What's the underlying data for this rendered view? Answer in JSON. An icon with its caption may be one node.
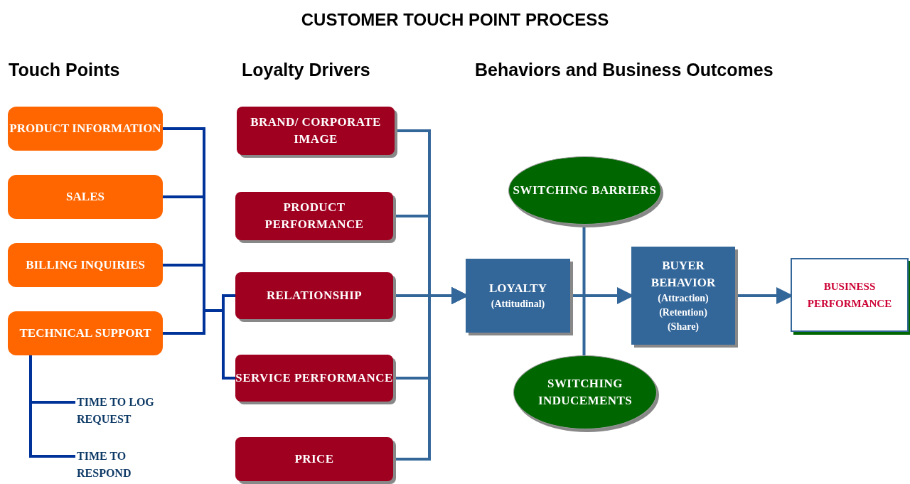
{
  "diagram": {
    "title": "CUSTOMER TOUCH POINT PROCESS",
    "nodes": [
      {
        "text": [
          "PRODUCT INFORMATION"
        ]
      },
      {
        "text": [
          "SALES"
        ]
      },
      {
        "text": [
          "BILLING INQUIRIES"
        ]
      },
      {
        "text": [
          "TECHNICAL SUPPORT"
        ]
      },
      {
        "text": [
          "TIME TO LOG REQUEST"
        ]
      },
      {
        "text": [
          "TIME TO RESPOND"
        ]
      },
      {
        "text": [
          "BRAND/ CORPORATE IMAGE"
        ]
      },
      {
        "text": [
          "PRODUCT PERFORMANCE"
        ]
      },
      {
        "text": [
          "RELATIONSHIP"
        ]
      },
      {
        "text": [
          "SERVICE PERFORMANCE"
        ]
      },
      {
        "text": [
          "PRICE"
        ]
      },
      {
        "text": [
          "LOYALTY",
          "(Attitudinal)"
        ]
      },
      {
        "text": [
          "SWITCHING BARRIERS"
        ]
      },
      {
        "text": [
          "BUYER BEHAVIOR",
          "(Attraction)",
          "(Retention)",
          "(Share)"
        ]
      },
      {
        "text": [
          "SWITCHING INDUCEMENTS"
        ]
      },
      {
        "text": [
          "BUSINESS PERFORMANCE"
        ]
      }
    ],
    "edges": [
      {
        "from": 0,
        "to": 8,
        "arrow": "none"
      },
      {
        "from": 0,
        "to": 9,
        "arrow": "none"
      },
      {
        "from": 1,
        "to": 8,
        "arrow": "none"
      },
      {
        "from": 1,
        "to": 9,
        "arrow": "none"
      },
      {
        "from": 2,
        "to": 8,
        "arrow": "none"
      },
      {
        "from": 2,
        "to": 9,
        "arrow": "none"
      },
      {
        "from": 3,
        "to": 8,
        "arrow": "none"
      },
      {
        "from": 3,
        "to": 9,
        "arrow": "none"
      },
      {
        "from": 3,
        "to": 4,
        "arrow": "none"
      },
      {
        "from": 3,
        "to": 5,
        "arrow": "none"
      },
      {
        "from": 6,
        "to": 11,
        "arrow": "to",
        "color": "#336699"
      },
      {
        "from": 7,
        "to": 11,
        "arrow": "to",
        "color": "#336699"
      },
      {
        "from": 8,
        "to": 11,
        "arrow": "to",
        "color": "#336699"
      },
      {
        "from": 9,
        "to": 11,
        "arrow": "to",
        "color": "#336699"
      },
      {
        "from": 10,
        "to": 11,
        "arrow": "to",
        "color": "#336699"
      },
      {
        "from": 11,
        "to": 13,
        "arrow": "to",
        "color": "#336699"
      },
      {
        "from": 13,
        "to": 15,
        "arrow": "to",
        "color": "#336699"
      },
      {
        "from": 12,
        "to": 14,
        "arrow": "none",
        "color": "#336699"
      }
    ],
    "labels": [
      "Touch Points",
      "Loyalty Drivers",
      "Behaviors and Business Outcomes"
    ]
  }
}
